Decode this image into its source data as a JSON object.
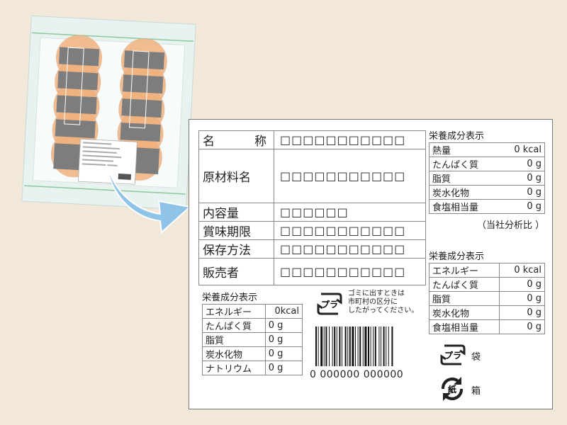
{
  "main_label": {
    "rows": [
      {
        "key_chars": [
          "名",
          "称"
        ],
        "value": "□□□□□□□□□□□"
      },
      {
        "key": "原材料名",
        "value": "□□□□□□□□□□□"
      },
      {
        "key": "内容量",
        "value": "□□□□□□"
      },
      {
        "key": "賞味期限",
        "value": "□□□□□□□□□□□"
      },
      {
        "key": "保存方法",
        "value": "□□□□□□□□□□□"
      },
      {
        "key": "販売者",
        "value": "□□□□□□□□□□□"
      }
    ]
  },
  "nutrition_a": {
    "title": "栄養成分表示",
    "rows": [
      {
        "name": "熱量",
        "value": "0 kcal"
      },
      {
        "name": "たんぱく質",
        "value": "0 g"
      },
      {
        "name": "脂質",
        "value": "0 g"
      },
      {
        "name": "炭水化物",
        "value": "0 g"
      },
      {
        "name": "食塩相当量",
        "value": "0 g"
      }
    ],
    "note": "（当社分析比 ）"
  },
  "nutrition_b": {
    "title": "栄養成分表示",
    "rows": [
      {
        "name": "エネルギー",
        "value": "0 kcal"
      },
      {
        "name": "たんぱく質",
        "value": "0 g"
      },
      {
        "name": "脂質",
        "value": "0 g"
      },
      {
        "name": "炭水化物",
        "value": "0 g"
      },
      {
        "name": "食塩相当量",
        "value": "0 g"
      }
    ]
  },
  "nutrition_c": {
    "title": "栄養成分表示",
    "rows": [
      {
        "name": "エネルギー",
        "value": "0kcal"
      },
      {
        "name": "たんぱく質",
        "value": "0 g"
      },
      {
        "name": "脂質",
        "value": "0 g"
      },
      {
        "name": "炭水化物",
        "value": "0 g"
      },
      {
        "name": "ナトリウム",
        "value": "0 g"
      }
    ]
  },
  "recycle": {
    "pla_mark": "プラ",
    "notice_lines": [
      "ゴミに出すときは",
      "市町村の区分に",
      "したがってください。"
    ],
    "bag_mark": "プラ",
    "bag_label": "袋",
    "paper_mark": "紙",
    "box_label": "箱"
  },
  "barcode": {
    "digits": "0 000000 000000"
  },
  "colors": {
    "background": "#f2e8da",
    "arrow": "#8fc3e8",
    "cracker": "#f0b27e",
    "band": "#7d7d7d"
  }
}
